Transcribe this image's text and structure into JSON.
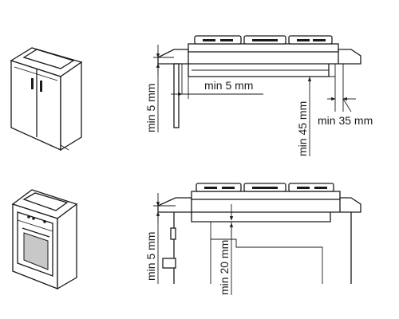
{
  "labels": {
    "top_min5_vertical": "min 5 mm",
    "top_min5_horizontal": "min 5 mm",
    "top_min45": "min 45 mm",
    "top_min35": "min 35 mm",
    "bottom_min5_vertical": "min 5 mm",
    "bottom_min20": "min 20 mm"
  }
}
